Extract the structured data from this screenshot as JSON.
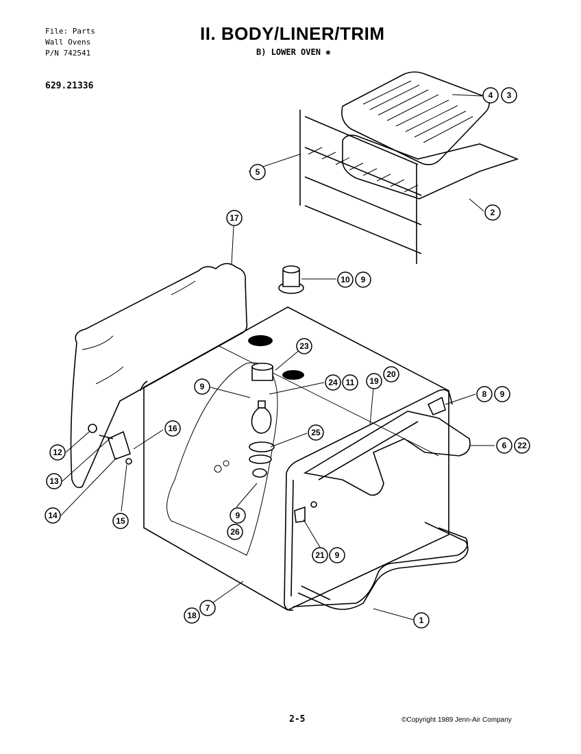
{
  "header": {
    "file_lines": [
      "File: Parts",
      "Wall Ovens",
      "P/N 742541"
    ],
    "model": "629.21336",
    "title": "II. BODY/LINER/TRIM",
    "subtitle": "B) LOWER OVEN"
  },
  "footer": {
    "page": "2-5",
    "copyright": "©Copyright 1989 Jenn-Air Company"
  },
  "callouts": [
    {
      "id": "c4",
      "label": "4"
    },
    {
      "id": "c3",
      "label": "3"
    },
    {
      "id": "c5",
      "label": "5"
    },
    {
      "id": "c2",
      "label": "2"
    },
    {
      "id": "c17",
      "label": "17"
    },
    {
      "id": "c10",
      "label": "10"
    },
    {
      "id": "c9a",
      "label": "9"
    },
    {
      "id": "c23",
      "label": "23"
    },
    {
      "id": "c9b",
      "label": "9"
    },
    {
      "id": "c24",
      "label": "24"
    },
    {
      "id": "c11",
      "label": "11"
    },
    {
      "id": "c19",
      "label": "19"
    },
    {
      "id": "c20",
      "label": "20"
    },
    {
      "id": "c8",
      "label": "8"
    },
    {
      "id": "c9c",
      "label": "9"
    },
    {
      "id": "c16",
      "label": "16"
    },
    {
      "id": "c25",
      "label": "25"
    },
    {
      "id": "c6",
      "label": "6"
    },
    {
      "id": "c22",
      "label": "22"
    },
    {
      "id": "c12",
      "label": "12"
    },
    {
      "id": "c13",
      "label": "13"
    },
    {
      "id": "c14",
      "label": "14"
    },
    {
      "id": "c15",
      "label": "15"
    },
    {
      "id": "c9d",
      "label": "9"
    },
    {
      "id": "c26",
      "label": "26"
    },
    {
      "id": "c21",
      "label": "21"
    },
    {
      "id": "c9e",
      "label": "9"
    },
    {
      "id": "c18",
      "label": "18"
    },
    {
      "id": "c7",
      "label": "7"
    },
    {
      "id": "c1",
      "label": "1"
    }
  ]
}
